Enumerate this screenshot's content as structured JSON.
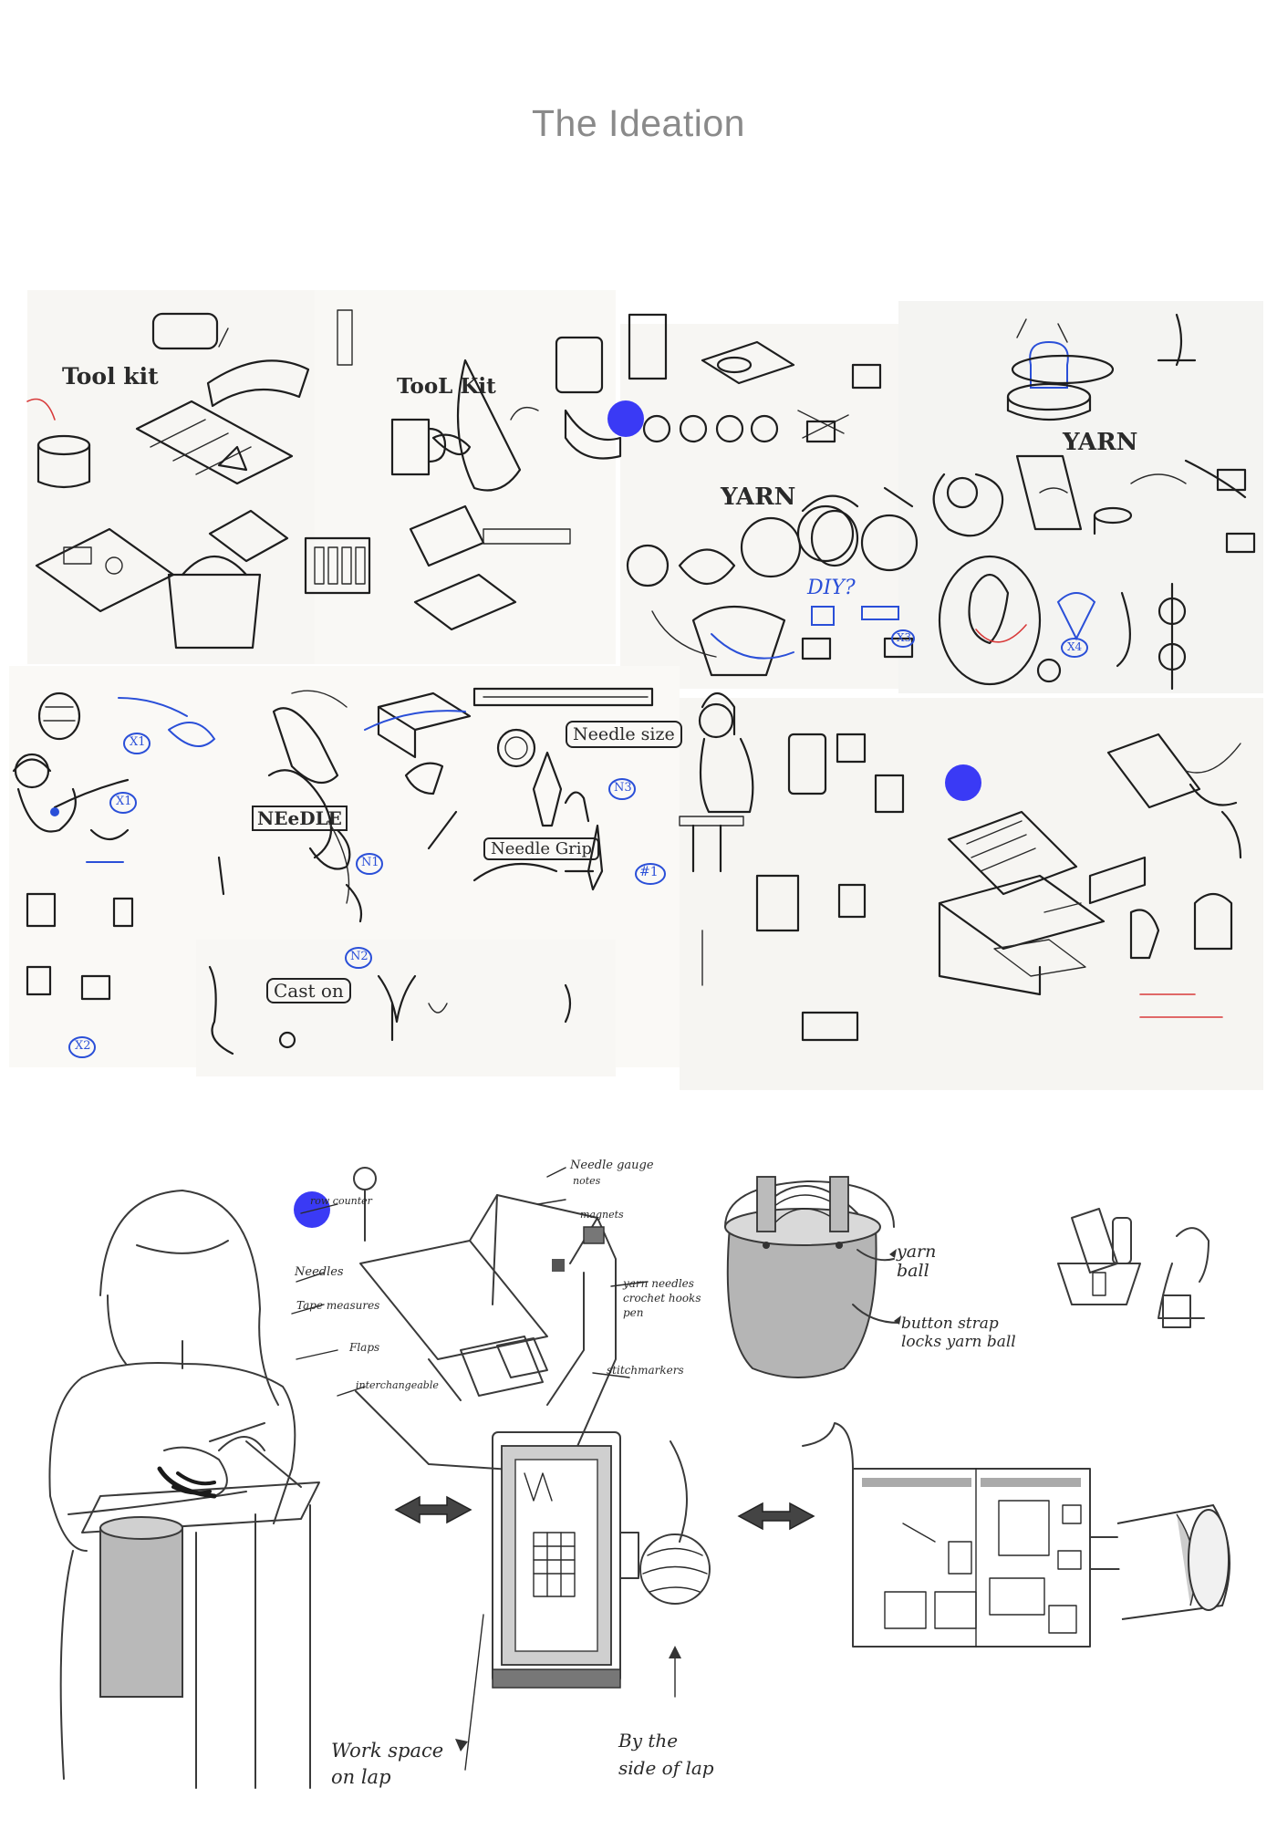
{
  "page": {
    "title": "The Ideation"
  },
  "sketches": {
    "toolkit_label_1": "Tool kit",
    "toolkit_label_2": "TooL Kit",
    "yarn_label_1": "YARN",
    "yarn_label_2": "YARN",
    "diy_label": "DIY?",
    "needle_label": "NEeDLE",
    "needle_size_label": "Needle size",
    "needle_grip_label": "Needle Grip",
    "cast_on_label": "Cast on",
    "badge_x1_a": "X1",
    "badge_x1_b": "X1",
    "badge_x2": "X2",
    "badge_x3": "X3",
    "badge_x4": "X4",
    "badge_n1": "N1",
    "badge_n2": "N2",
    "badge_n3": "N3",
    "badge_1": "#1"
  },
  "annotations": {
    "needle_gauge": "Needle gauge",
    "notes": "notes",
    "magnets": "magnets",
    "row_counter": "row counter",
    "needles": "Needles",
    "tape_measures": "Tape measures",
    "yarn_needles": "yarn needles",
    "crochet_hooks": "crochet hooks",
    "pen": "pen",
    "flaps": "Flaps",
    "interchangeable": "interchangeable",
    "stitch_markers": "stitchmarkers",
    "yarn_ball": "yarn ball",
    "button_strap": "button strap locks yarn ball",
    "work_space": "Work space on lap",
    "by_the_side": "By the side of lap"
  },
  "colors": {
    "accent_dot": "#3a3af5",
    "sketch_blue": "#2a4fd8",
    "sketch_red": "#d83a3a",
    "title_gray": "#8a8a8a"
  }
}
